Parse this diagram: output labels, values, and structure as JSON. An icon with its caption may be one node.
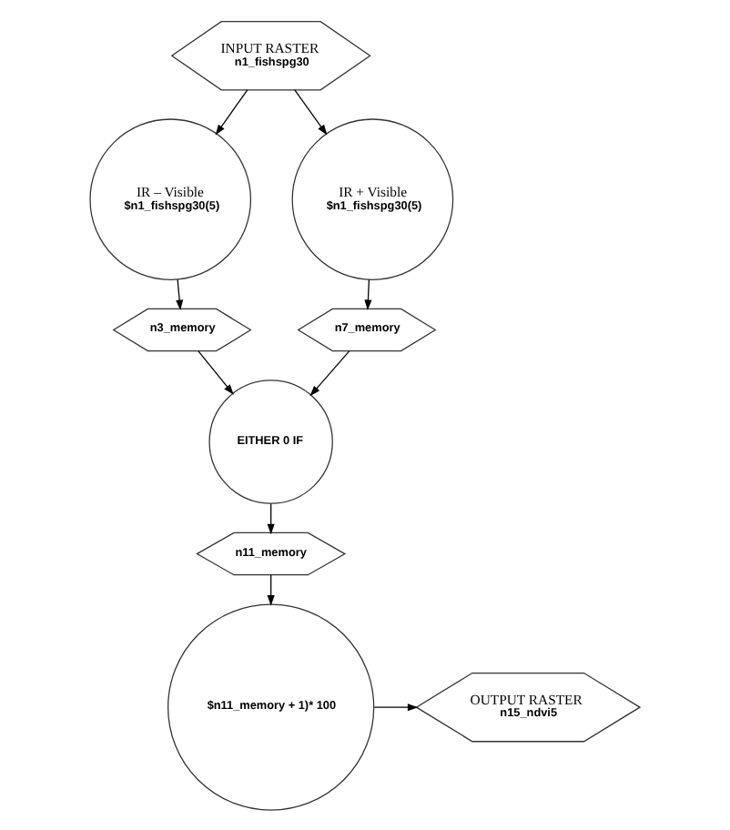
{
  "diagram": {
    "nodes": [
      {
        "text": [
          "INPUT RASTER",
          "n1_fishspg30"
        ]
      },
      {
        "text": [
          "IR – Visible",
          "$n1_fishspg30(5)"
        ]
      },
      {
        "text": [
          "IR + Visible",
          "$n1_fishspg30(5)"
        ]
      },
      {
        "text": [
          "n3_memory"
        ]
      },
      {
        "text": [
          "n7_memory"
        ]
      },
      {
        "text": [
          "EITHER 0 IF"
        ]
      },
      {
        "text": [
          "n11_memory"
        ]
      },
      {
        "text": [
          "$n11_memory + 1)* 100"
        ]
      },
      {
        "text": [
          "OUTPUT RASTER",
          "n15_ndvi5"
        ]
      }
    ],
    "edges": [
      {
        "from": 0,
        "to": 1,
        "arrow": "to"
      },
      {
        "from": 0,
        "to": 2,
        "arrow": "to"
      },
      {
        "from": 1,
        "to": 3,
        "arrow": "to"
      },
      {
        "from": 2,
        "to": 4,
        "arrow": "to"
      },
      {
        "from": 3,
        "to": 5,
        "arrow": "to"
      },
      {
        "from": 4,
        "to": 5,
        "arrow": "to"
      },
      {
        "from": 5,
        "to": 6,
        "arrow": "to"
      },
      {
        "from": 6,
        "to": 7,
        "arrow": "to"
      },
      {
        "from": 7,
        "to": 8,
        "arrow": "to"
      }
    ]
  }
}
